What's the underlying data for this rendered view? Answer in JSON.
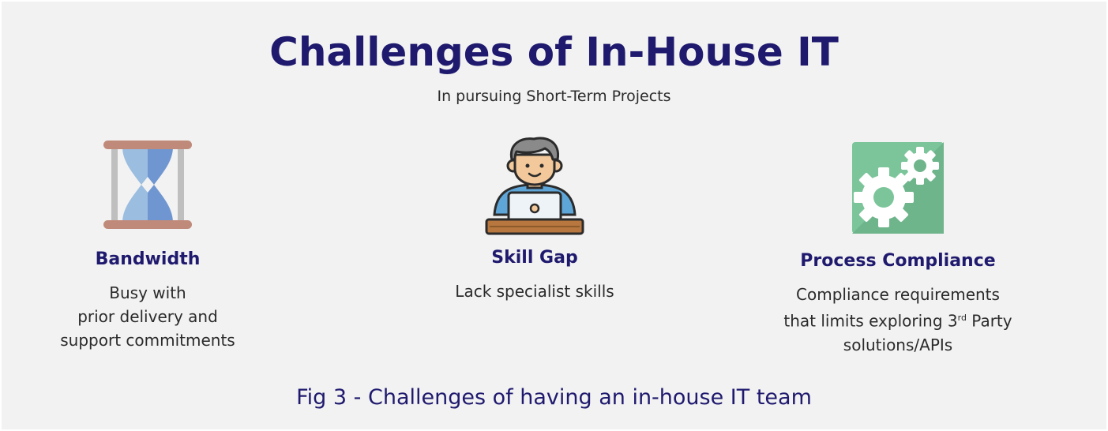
{
  "header": {
    "title": "Challenges of In-House IT",
    "subtitle": "In pursuing Short-Term Projects"
  },
  "challenges": [
    {
      "icon": "hourglass-icon",
      "title": "Bandwidth",
      "lines": [
        "Busy with",
        "prior delivery and",
        "support commitments"
      ]
    },
    {
      "icon": "developer-at-laptop-icon",
      "title": "Skill Gap",
      "lines": [
        "Lack specialist skills"
      ]
    },
    {
      "icon": "gears-icon",
      "title": "Process Compliance",
      "lines": [
        "Compliance requirements",
        "that limits exploring 3",
        "rd",
        " Party",
        "solutions/APIs"
      ]
    }
  ],
  "caption": "Fig 3 - Challenges of having an in-house IT team",
  "colors": {
    "background": "#f2f2f2",
    "title": "#1f1a6e",
    "text": "#2b2b2b",
    "hourglass_glass": "#9bbde0",
    "hourglass_sand": "#6f96d1",
    "hourglass_frame": "#c08a7a",
    "gear_tile": "#7cc59a"
  }
}
